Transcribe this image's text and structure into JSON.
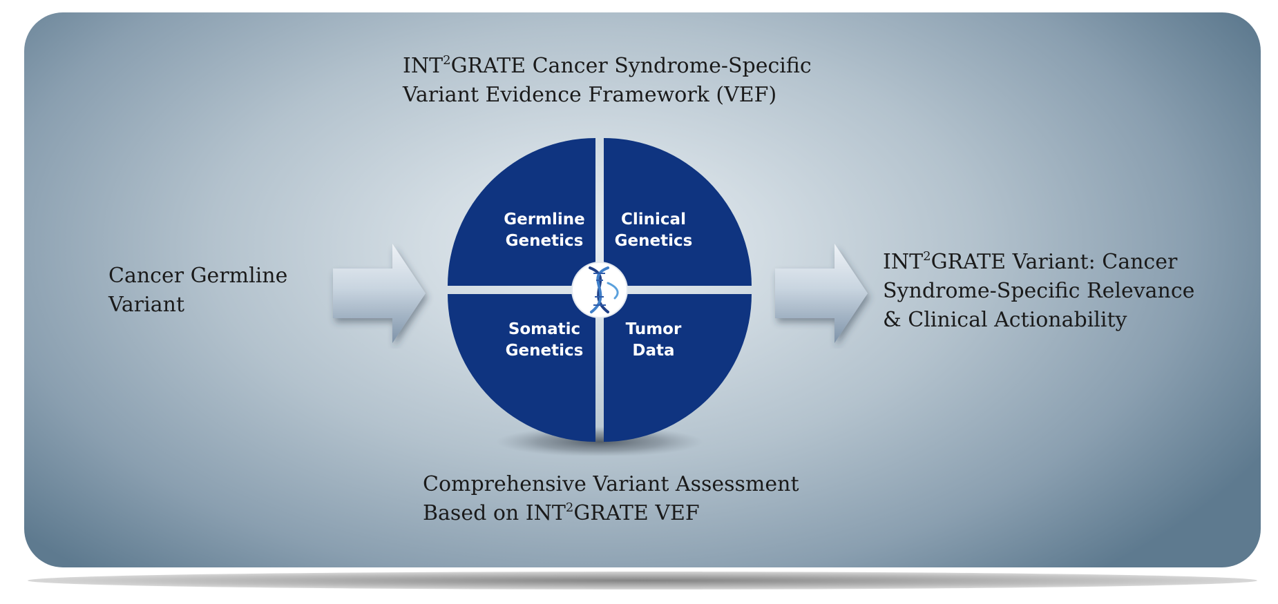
{
  "input": {
    "line1": "Cancer Germline",
    "line2": "Variant"
  },
  "framework_title": {
    "line1_a": "INT",
    "line1_sup": "2",
    "line1_b": "GRATE Cancer Syndrome-Specific",
    "line2": "Variant Evidence Framework (VEF)"
  },
  "quadrants": {
    "top_left": [
      "Germline",
      "Genetics"
    ],
    "top_right": [
      "Clinical",
      "Genetics"
    ],
    "bottom_left": [
      "Somatic",
      "Genetics"
    ],
    "bottom_right": [
      "Tumor",
      "Data"
    ]
  },
  "center_icon": "dna-helix-icon",
  "assessment": {
    "line1": "Comprehensive Variant Assessment",
    "line2_a": "Based on INT",
    "line2_sup": "2",
    "line2_b": "GRATE VEF"
  },
  "output": {
    "line1_a": "INT",
    "line1_sup": "2",
    "line1_b": "GRATE Variant: Cancer",
    "line2": "Syndrome-Specific Relevance",
    "line3": "& Clinical Actionability"
  },
  "colors": {
    "quadrant_fill": "#0f3480",
    "panel_edge": "#5e7a8f",
    "panel_center": "#e6ecf0",
    "arrow_light": "#dce4ec",
    "arrow_dark": "#7e93a9"
  }
}
